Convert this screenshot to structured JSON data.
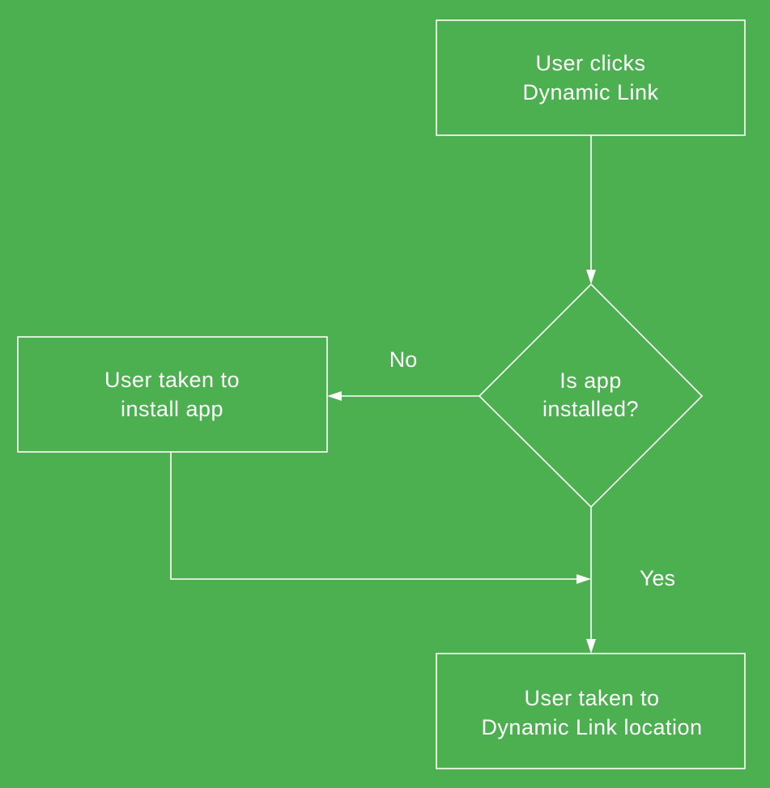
{
  "colors": {
    "background": "#4caf50",
    "stroke": "#ffffff",
    "text": "#ffffff"
  },
  "nodes": {
    "start": {
      "line1": "User clicks",
      "line2": "Dynamic Link"
    },
    "decision": {
      "line1": "Is app",
      "line2": "installed?"
    },
    "install": {
      "line1": "User taken to",
      "line2": "install app"
    },
    "destination": {
      "line1": "User taken to",
      "line2": "Dynamic Link location"
    }
  },
  "edges": {
    "no_label": "No",
    "yes_label": "Yes"
  }
}
